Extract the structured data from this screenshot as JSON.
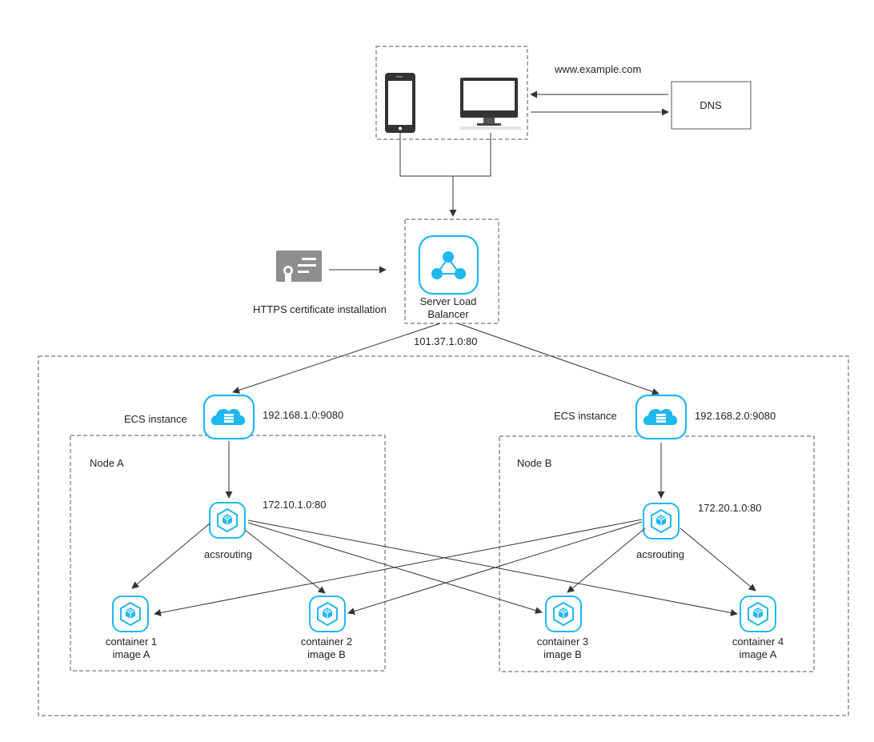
{
  "client": {
    "domain_label": "www.example.com",
    "dns_label": "DNS"
  },
  "certificate": {
    "label": "HTTPS certificate installation"
  },
  "load_balancer": {
    "label_line1": "Server Load",
    "label_line2": "Balancer",
    "address": "101.37.1.0:80"
  },
  "nodes": [
    {
      "node_label": "Node A",
      "ecs_label": "ECS instance",
      "ecs_address": "192.168.1.0:9080",
      "routing_label": "acsrouting",
      "routing_address": "172.10.1.0:80"
    },
    {
      "node_label": "Node B",
      "ecs_label": "ECS instance",
      "ecs_address": "192.168.2.0:9080",
      "routing_label": "acsrouting",
      "routing_address": "172.20.1.0:80"
    }
  ],
  "containers": [
    {
      "name": "container 1",
      "image": "image A"
    },
    {
      "name": "container 2",
      "image": "image B"
    },
    {
      "name": "container 3",
      "image": "image B"
    },
    {
      "name": "container 4",
      "image": "image A"
    }
  ],
  "colors": {
    "accent": "#1fb8ee",
    "line": "#333333",
    "icon_gray": "#8e8e8e",
    "device_dark": "#333333"
  }
}
